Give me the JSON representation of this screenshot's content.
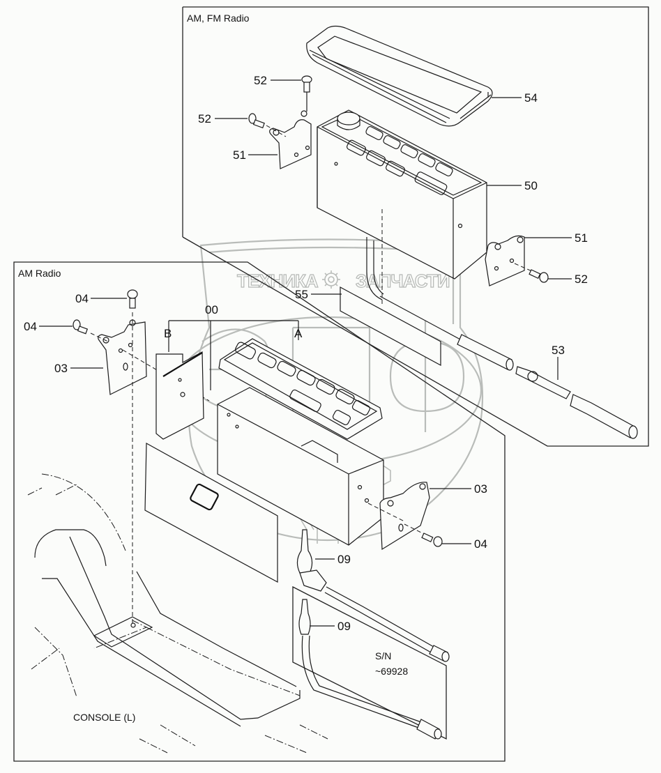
{
  "diagram": {
    "type": "exploded-parts-diagram",
    "sections": {
      "am_fm": {
        "title": "AM, FM Radio"
      },
      "am": {
        "title": "AM Radio"
      },
      "serial_box": {
        "line1": "S/N",
        "line2": "~69928"
      },
      "console": {
        "label": "CONSOLE (L)"
      }
    },
    "callouts": {
      "am_fm_bolt_top": "52",
      "am_fm_bolt_left": "52",
      "am_fm_bracket_left": "51",
      "am_fm_bezel": "54",
      "am_fm_radio": "50",
      "am_fm_bracket_right": "51",
      "am_fm_bolt_right": "52",
      "am_fm_pad": "55",
      "am_fm_cable": "53",
      "am_bolt_top": "04",
      "am_bolt_left": "04",
      "am_bracket_left": "03",
      "am_assembly": "00",
      "am_sub_a": "A",
      "am_sub_b": "B",
      "am_bracket_right": "03",
      "am_bolt_right": "04",
      "am_cable_connector": "09",
      "am_cable_connector_sn": "09"
    },
    "watermark": {
      "left_text": "ТЕХНИКА",
      "right_text": "ЗАПЧАСТИ",
      "logo_text": "ЭПФ",
      "icon": "gear-icon"
    },
    "colors": {
      "ink": "#1a1a1a",
      "paper": "#fbfcfa",
      "watermark": "#b9bcb9"
    }
  }
}
